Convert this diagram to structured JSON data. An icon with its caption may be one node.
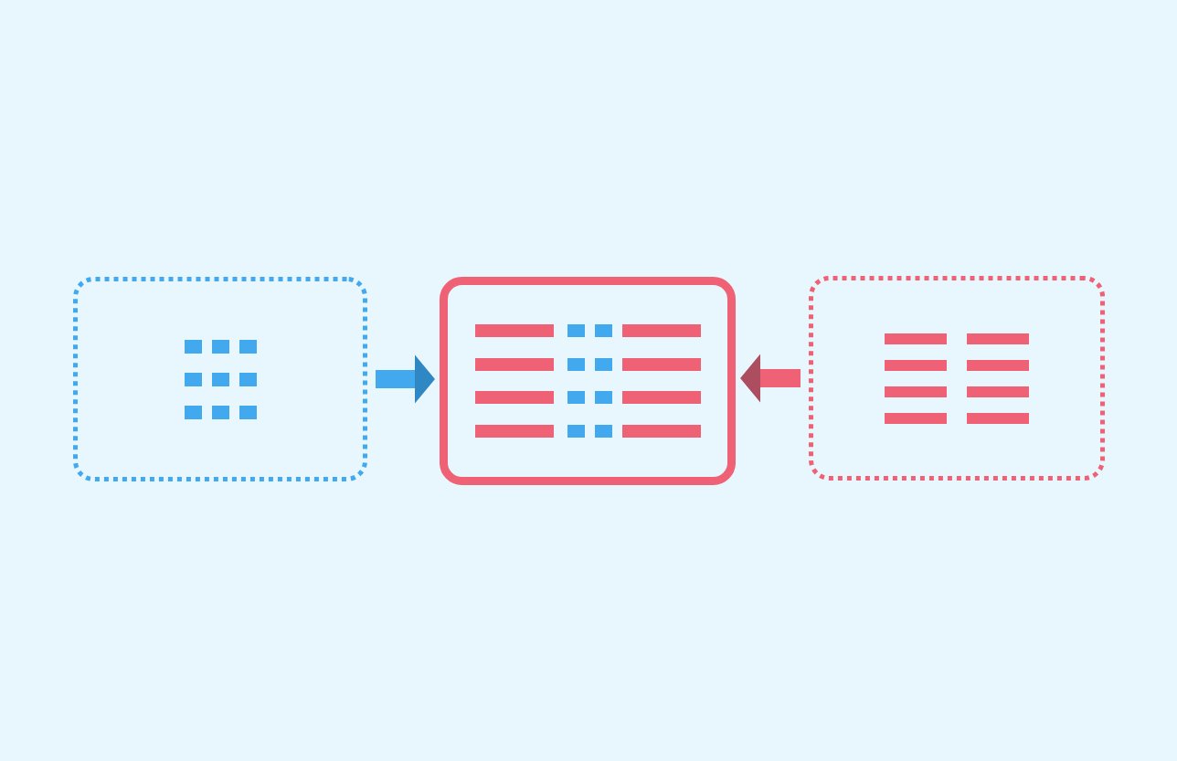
{
  "diagram": {
    "nodes": [
      {
        "text": [],
        "shape": "box"
      },
      {
        "text": [],
        "shape": "box"
      },
      {
        "text": [],
        "shape": "box"
      }
    ],
    "edges": [
      {
        "from": 0,
        "to": 1,
        "arrow": "to",
        "color": "#42a9ee"
      },
      {
        "from": 2,
        "to": 1,
        "arrow": "to",
        "color": "#ef6276"
      }
    ]
  }
}
